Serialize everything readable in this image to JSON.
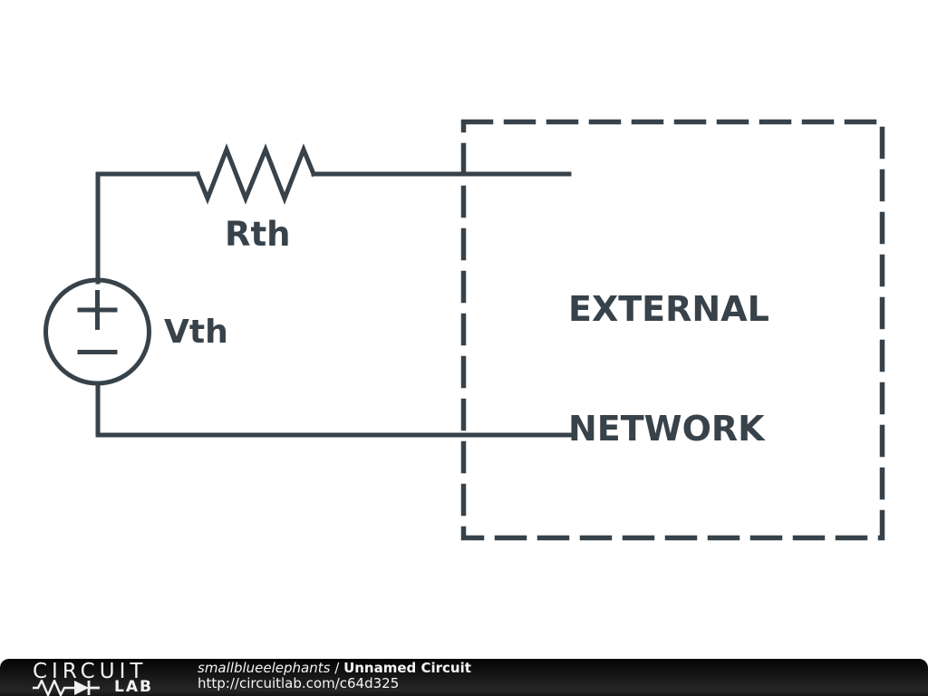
{
  "colors": {
    "schematic_stroke": "#37424a",
    "label_text": "#37424a",
    "footer_background": "#111111",
    "footer_text": "#ffffff"
  },
  "schematic": {
    "resistor_label": "Rth",
    "source_label": "Vth",
    "external_network_line1": "EXTERNAL",
    "external_network_line2": "NETWORK",
    "source_positive_symbol": "+",
    "source_negative_symbol": "−"
  },
  "footer": {
    "logo_line1": "CIRCUIT",
    "logo_line2": "LAB",
    "author": "smallblueelephants",
    "separator": "/",
    "circuit_title": "Unnamed Circuit",
    "url": "http://circuitlab.com/c64d325"
  }
}
